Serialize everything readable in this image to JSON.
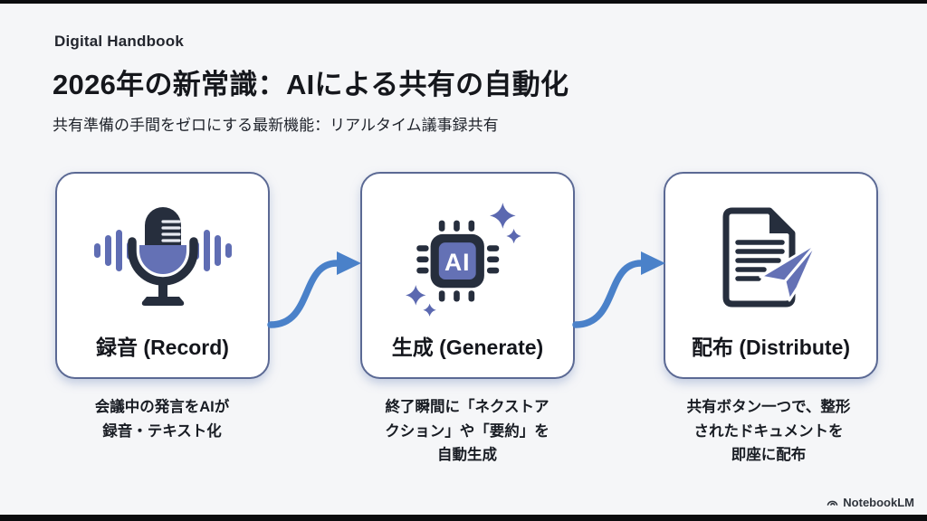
{
  "header": {
    "eyebrow": "Digital Handbook",
    "title": "2026年の新常識：AIによる共有の自動化",
    "subtitle": "共有準備の手間をゼロにする最新機能：リアルタイム議事録共有"
  },
  "steps": [
    {
      "label": "録音 (Record)",
      "icon": "microphone-soundwave-icon",
      "description": "会議中の発言をAIが\n録音・テキスト化"
    },
    {
      "label": "生成 (Generate)",
      "icon": "ai-chip-sparkle-icon",
      "chip_label": "AI",
      "description": "終了瞬間に「ネクストア\nクション」や「要約」を\n自動生成"
    },
    {
      "label": "配布 (Distribute)",
      "icon": "document-paper-plane-icon",
      "description": "共有ボタン一つで、整形\nされたドキュメントを\n即座に配布"
    }
  ],
  "footer": {
    "brand": "NotebookLM"
  },
  "colors": {
    "background": "#f5f6f8",
    "card_border": "#5b6994",
    "arrow_blue": "#4a81c9",
    "icon_dark": "#262e3d",
    "icon_accent_purple": "#6471b5",
    "text_primary": "#15171c"
  }
}
